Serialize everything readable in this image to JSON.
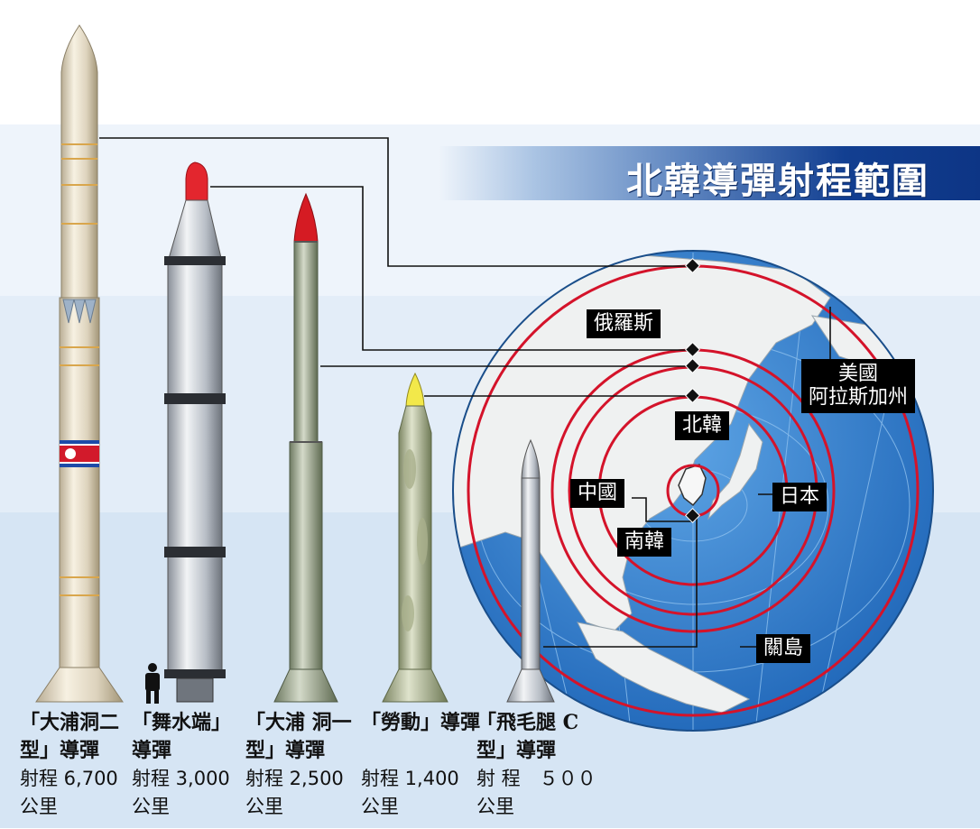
{
  "title": "北韓導彈射程範圍",
  "map_labels": {
    "russia": "俄羅斯",
    "alaska_line1": "美國",
    "alaska_line2": "阿拉斯加州",
    "north_korea": "北韓",
    "china": "中國",
    "japan": "日本",
    "south_korea": "南韓",
    "guam": "關島"
  },
  "missiles": [
    {
      "name_line1": "「大浦洞二",
      "name_line2": "型」導彈",
      "range": "射程 6,700",
      "unit": "公里"
    },
    {
      "name_line1": "「舞水端」",
      "name_line2": "導彈",
      "range": "射程 3,000",
      "unit": "公里"
    },
    {
      "name_line1": "「大浦 洞一",
      "name_line2": "型」導彈",
      "range": "射程 2,500",
      "unit": "公里"
    },
    {
      "name_line1": "「勞動」導彈",
      "name_line2": "",
      "range": "射程 1,400",
      "unit": "公里"
    },
    {
      "name_line1": "「飛毛腿 C",
      "name_line2": "型」導彈",
      "range": "射 程　５００",
      "unit": "公里"
    }
  ],
  "colors": {
    "title_bar": "#123f91",
    "ocean": "#2f7ccc",
    "land": "#eef0f0",
    "range_ring": "#d4132a",
    "label_bg": "#000000"
  }
}
